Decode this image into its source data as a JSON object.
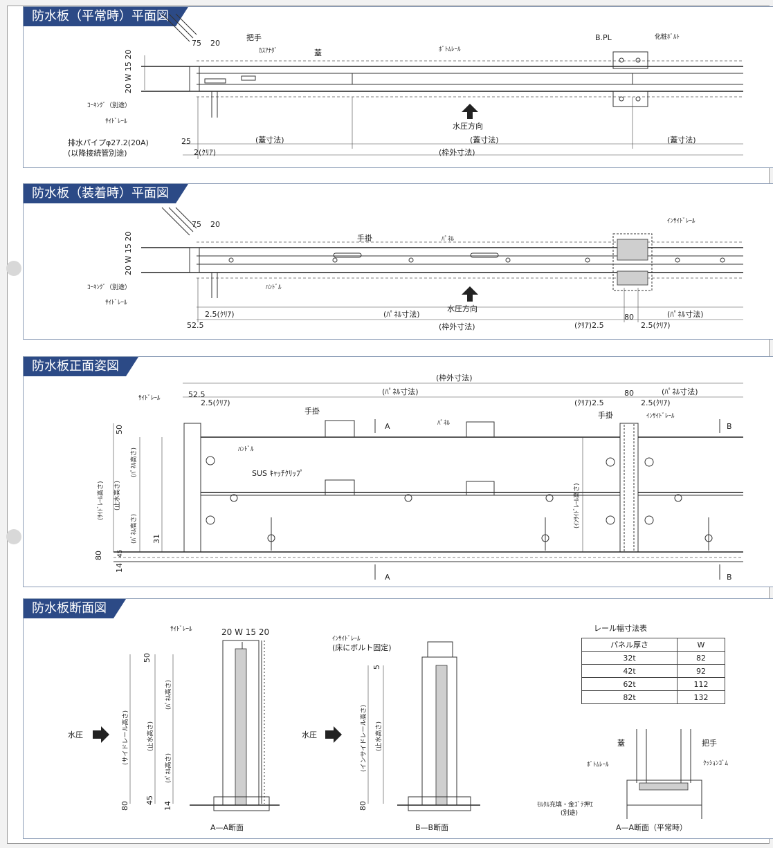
{
  "sections": {
    "s1": {
      "title": "防水板（平常時）平面図",
      "labels": {
        "dim_75": "75",
        "dim_20": "20",
        "handle": "把手",
        "kasupu": "ｶｽｱﾅﾀﾞ",
        "lid": "蓋",
        "bottom_rail": "ﾎﾞﾄﾑﾚｰﾙ",
        "bpl": "B.PL",
        "deco_bolt": "化粧ﾎﾞﾙﾄ",
        "dim_20w": "20 W 15 20",
        "caulking": "ｺｰｷﾝｸﾞ（別途）",
        "side_rail": "ｻｲﾄﾞﾚｰﾙ",
        "drain_pipe": "排水パイプφ27.2(20A)",
        "drain_note": "(以降接続管別途)",
        "dim_25": "25",
        "dim_2clear": "2(ｸﾘｱ)",
        "lid_dim_1": "(蓋寸法)",
        "lid_dim_2": "(蓋寸法)",
        "lid_dim_3": "(蓋寸法)",
        "frame_outer": "(枠外寸法)",
        "water_dir": "水圧方向"
      }
    },
    "s2": {
      "title": "防水板（装着時）平面図",
      "labels": {
        "dim_75": "75",
        "dim_20": "20",
        "hook": "手掛",
        "panel": "ﾊﾟﾈﾙ",
        "inside_rail": "ｲﾝｻｲﾄﾞﾚｰﾙ",
        "dim_20w": "20 W 15 20",
        "caulking": "ｺｰｷﾝｸﾞ（別途）",
        "side_rail": "ｻｲﾄﾞﾚｰﾙ",
        "handle": "ﾊﾝﾄﾞﾙ",
        "water_dir": "水圧方向",
        "clear_25": "2.5(ｸﾘｱ)",
        "panel_dim_1": "(ﾊﾟﾈﾙ寸法)",
        "dim_80": "80",
        "panel_dim_2": "(ﾊﾟﾈﾙ寸法)",
        "dim_525": "52.5",
        "frame_outer": "(枠外寸法)",
        "clear_25_left": "(ｸﾘｱ)2.5",
        "clear_25_right": "2.5(ｸﾘｱ)"
      }
    },
    "s3": {
      "title": "防水板正面姿図",
      "labels": {
        "frame_outer": "(枠外寸法)",
        "side_rail": "ｻｲﾄﾞﾚｰﾙ",
        "dim_525": "52.5",
        "clear_25": "2.5(ｸﾘｱ)",
        "panel_dim_1": "(ﾊﾟﾈﾙ寸法)",
        "dim_80": "80",
        "panel_dim_2": "(ﾊﾟﾈﾙ寸法)",
        "clear_25_left": "(ｸﾘｱ)2.5",
        "clear_25_right": "2.5(ｸﾘｱ)",
        "hook": "手掛",
        "hook2": "手掛",
        "cut_a": "A",
        "panel": "ﾊﾟﾈﾙ",
        "inside_rail": "ｲﾝｻｲﾄﾞﾚｰﾙ",
        "cut_b": "B",
        "handle": "ﾊﾝﾄﾞﾙ",
        "sus_clip": "SUS ｷｬｯﾁｸﾘｯﾌﾟ",
        "dim_50": "50",
        "dim_31": "31",
        "dim_80v": "80",
        "dim_45": "45",
        "dim_14": "14",
        "side_rail_height": "(ｻｲﾄﾞﾚｰﾙ高さ)",
        "stop_height": "(止水高さ)",
        "panel_height_1": "(ﾊﾟﾈﾙ高さ)",
        "panel_height_2": "(ﾊﾟﾈﾙ高さ)",
        "inside_rail_height": "(ｲﾝｻｲﾄﾞﾚｰﾙ高さ)",
        "cut_a2": "A",
        "cut_b2": "B"
      }
    },
    "s4": {
      "title": "防水板断面図",
      "labels": {
        "side_rail": "ｻｲﾄﾞﾚｰﾙ",
        "dim_top": "20 W 15 20",
        "inside_rail": "ｲﾝｻｲﾄﾞﾚｰﾙ",
        "inside_rail_note": "(床にボルト固定)",
        "dim_50": "50",
        "dim_5": "5",
        "water_pressure_1": "水圧",
        "water_pressure_2": "水圧",
        "side_rail_height": "(サイドレール高さ)",
        "stop_height": "(止水高さ)",
        "panel_height_1": "(ﾊﾟﾈﾙ高さ)",
        "panel_height_2": "(ﾊﾟﾈﾙ高さ)",
        "inside_rail_height": "(インサイドレール高さ)",
        "stop_height_2": "(止水高さ)",
        "dim_80": "80",
        "dim_45": "45",
        "dim_14": "14",
        "dim_80b": "80",
        "section_aa": "A—A断面",
        "section_bb": "B—B断面",
        "lid": "蓋",
        "handle": "把手",
        "bottom_rail": "ﾎﾞﾄﾑﾚｰﾙ",
        "cushion": "ｸｯｼｮﾝｺﾞﾑ",
        "mortar": "ﾓﾙﾀﾙ充填・金ｺﾞﾃ押ｴ",
        "mortar_note": "(別途)",
        "section_aa_normal": "A—A断面（平常時）"
      },
      "table": {
        "title": "レール幅寸法表",
        "headers": [
          "パネル厚さ",
          "W"
        ],
        "rows": [
          [
            "32t",
            "82"
          ],
          [
            "42t",
            "92"
          ],
          [
            "62t",
            "112"
          ],
          [
            "82t",
            "132"
          ]
        ]
      }
    }
  },
  "colors": {
    "title_bg": "#2c4a86",
    "panel_border": "#8a9bb5"
  }
}
